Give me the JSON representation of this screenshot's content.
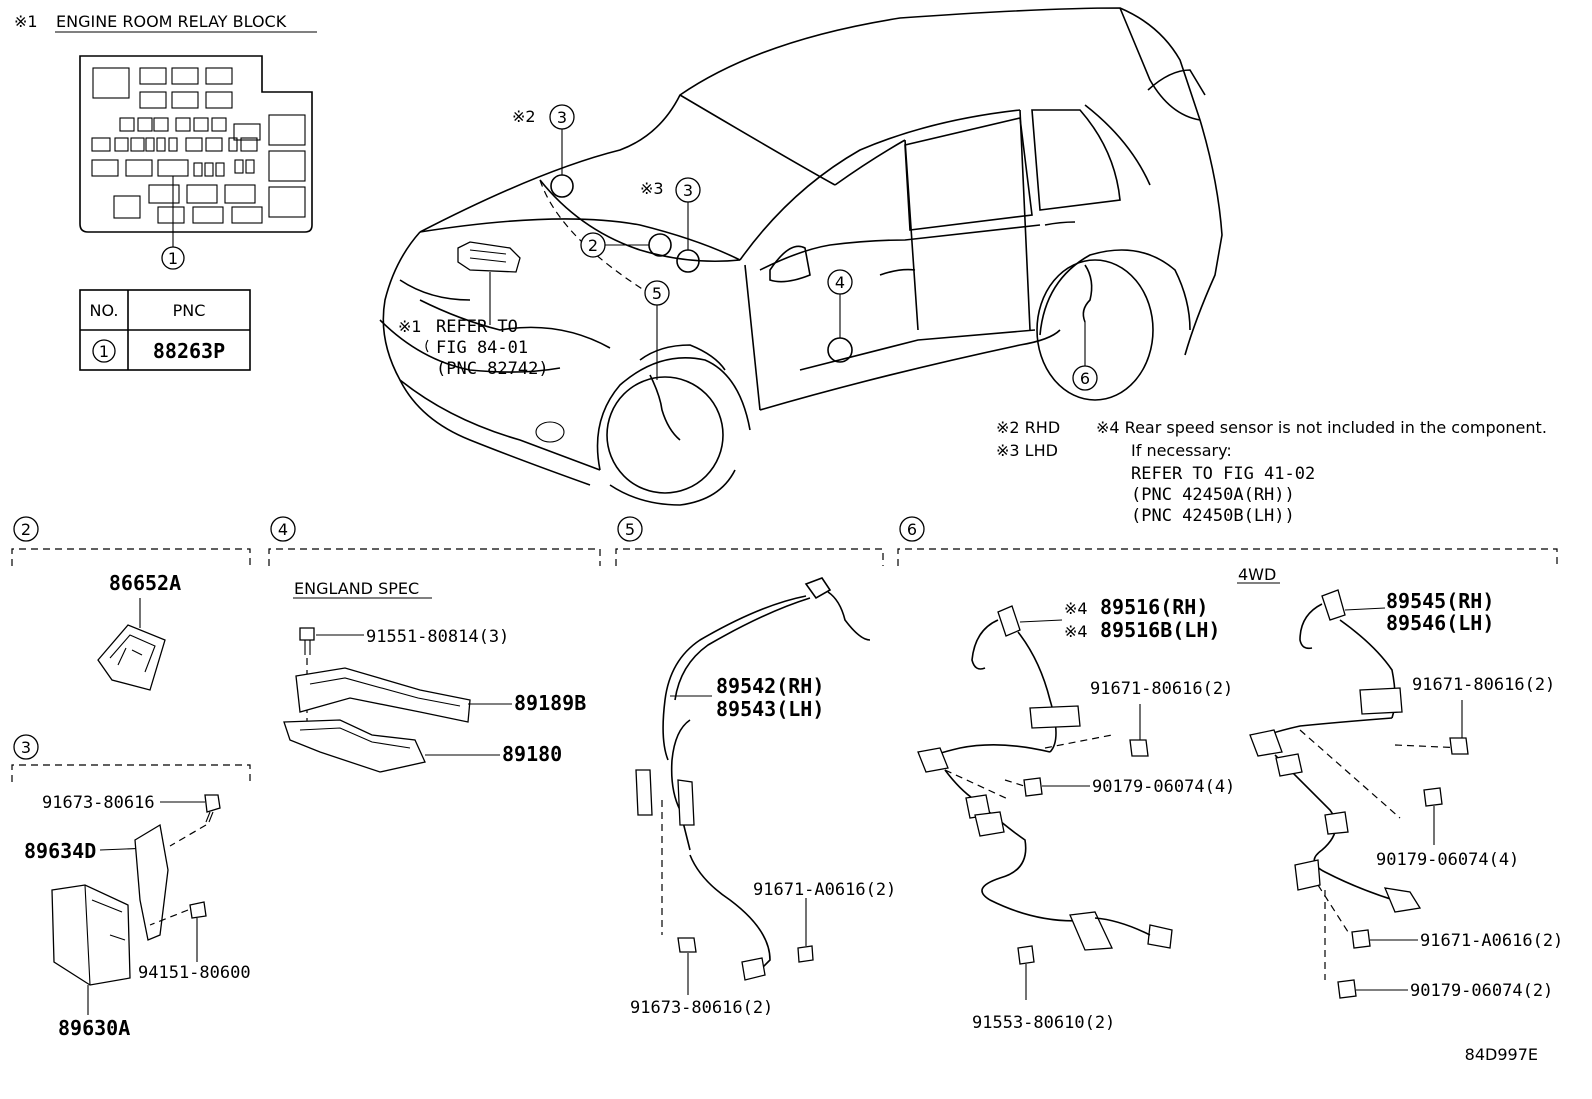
{
  "relay_block": {
    "note_mark": "※1",
    "title": "ENGINE ROOM RELAY BLOCK",
    "callout": "1"
  },
  "pnc_table": {
    "headers": [
      "NO.",
      "PNC"
    ],
    "rows": [
      {
        "no": "1",
        "pnc": "88263P"
      }
    ]
  },
  "car_callouts": {
    "c3_rhd_mark": "※2",
    "c3_rhd": "3",
    "c3_lhd_mark": "※3",
    "c3_lhd": "3",
    "c2": "2",
    "c5": "5",
    "c4": "4",
    "c6": "6"
  },
  "refer_fig84": {
    "mark": "※1",
    "line1": "REFER TO",
    "line2": "FIG 84-01",
    "line3": "(PNC 82742)"
  },
  "notes": {
    "n2": "※2 RHD",
    "n3": "※3 LHD",
    "n4": "※4 Rear speed sensor is not included in the component.",
    "n4_sub": "If necessary:",
    "ref1": "REFER TO FIG 41-02",
    "ref2": "(PNC 42450A(RH))",
    "ref3": "(PNC 42450B(LH))"
  },
  "section2": {
    "number": "2",
    "part": "86652A"
  },
  "section3": {
    "number": "3",
    "bolt": "91673-80616",
    "bracket": "89634D",
    "nut": "94151-80600",
    "ecu": "89630A"
  },
  "section4": {
    "number": "4",
    "spec": "ENGLAND SPEC",
    "bolt": "91551-80814(3)",
    "cover_upper": "89189B",
    "cover_lower": "89180"
  },
  "section5": {
    "number": "5",
    "sensor_rh": "89542(RH)",
    "sensor_lh": "89543(LH)",
    "bolt_a": "91671-A0616(2)",
    "bolt_b": "91673-80616(2)"
  },
  "section6": {
    "number": "6",
    "label_4wd": "4WD",
    "mark": "※4",
    "sensor_rh": "89516(RH)",
    "sensor_lh": "89516B(LH)",
    "bolt_1": "91671-80616(2)",
    "clip_1": "90179-06074(4)",
    "bolt_2": "91553-80610(2)",
    "sensor2_rh": "89545(RH)",
    "sensor2_lh": "89546(LH)",
    "bolt_3": "91671-80616(2)",
    "clip_2": "90179-06074(4)",
    "bolt_4": "91671-A0616(2)",
    "clip_3": "90179-06074(2)"
  },
  "figure_code": "84D997E"
}
